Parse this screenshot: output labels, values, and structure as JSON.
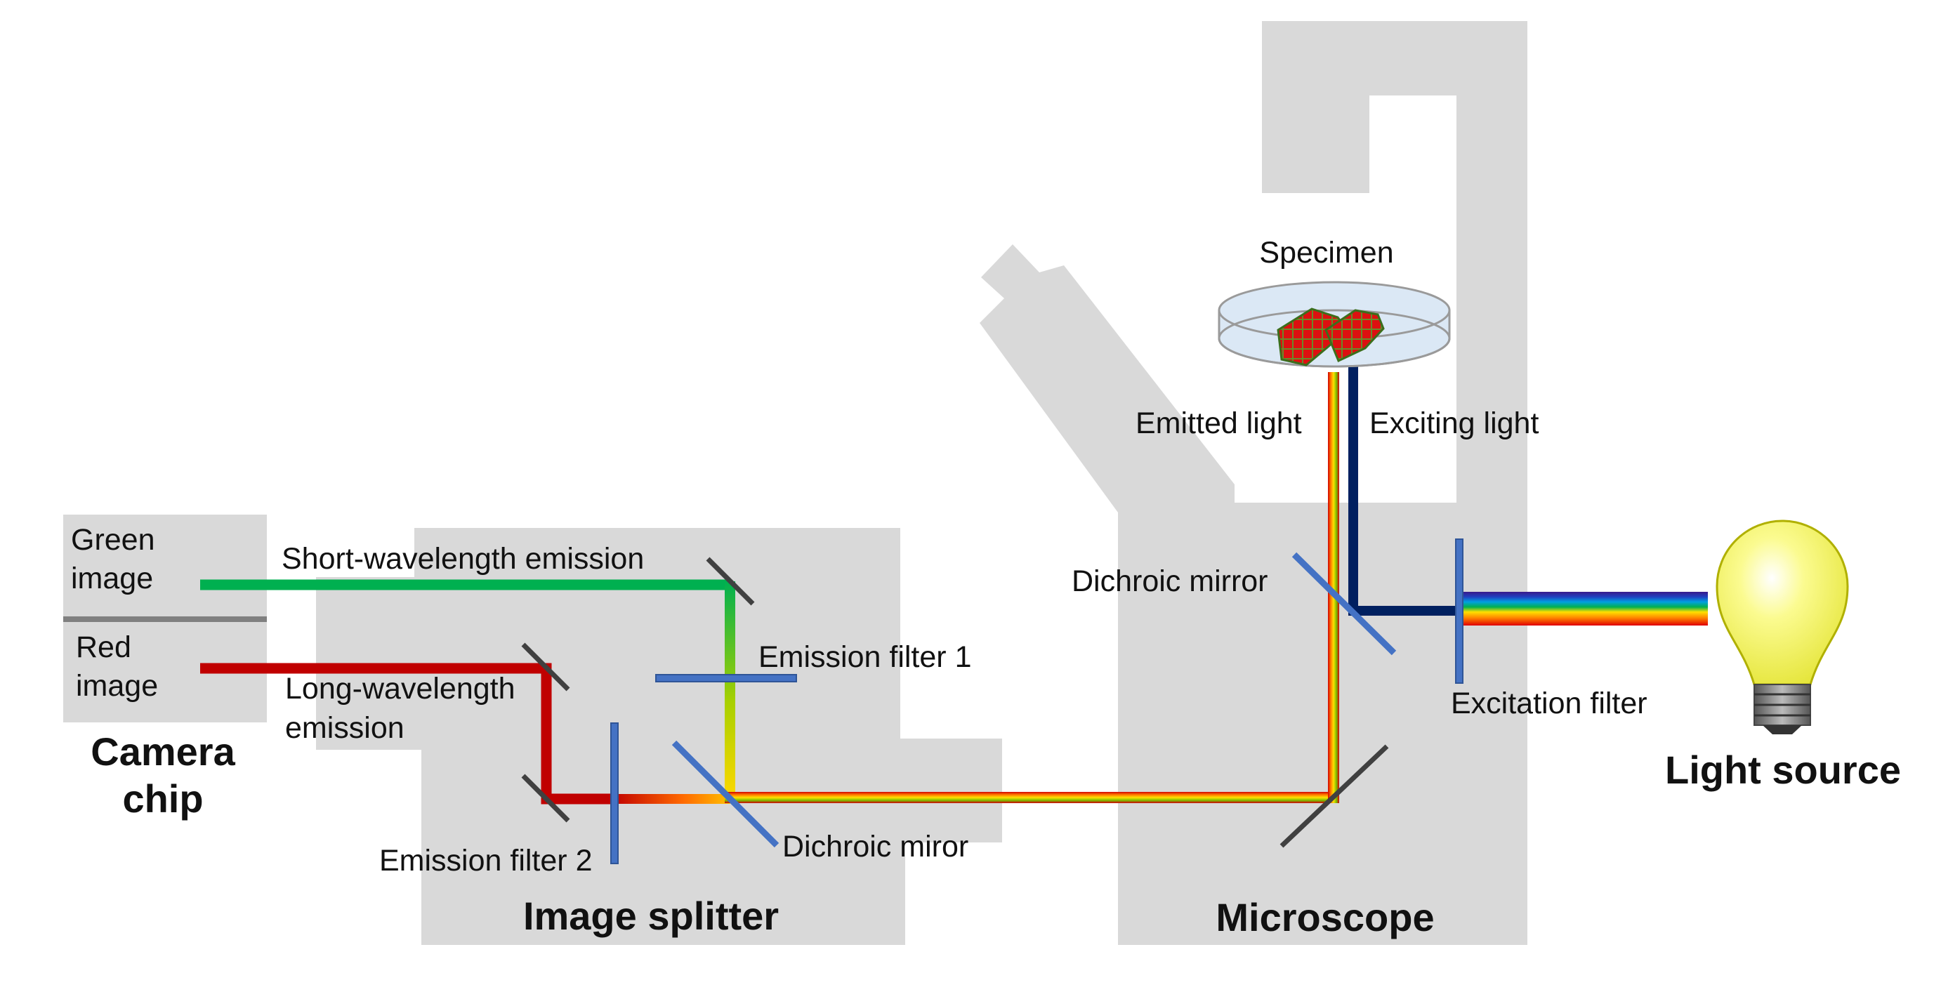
{
  "labels": {
    "specimen": "Specimen",
    "emitted_light": "Emitted light",
    "exciting_light": "Exciting light",
    "dichroic_mirror_microscope": "Dichroic mirror",
    "excitation_filter": "Excitation filter",
    "light_source": "Light source",
    "microscope": "Microscope",
    "image_splitter": "Image splitter",
    "short_wavelength_emission": "Short-wavelength emission",
    "long_wavelength_emission_line1": "Long-wavelength",
    "long_wavelength_emission_line2": "emission",
    "emission_filter_1": "Emission filter 1",
    "emission_filter_2": "Emission filter 2",
    "dichroic_miror_splitter": "Dichroic miror",
    "camera_chip_line1": "Camera",
    "camera_chip_line2": "chip",
    "green_image_line1": "Green",
    "green_image_line2": "image",
    "red_image_line1": "Red",
    "red_image_line2": "image"
  },
  "colors": {
    "housing": "#d9d9d9",
    "green_beam": "#00b050",
    "red_beam": "#c00000",
    "excitation_beam": "#002060",
    "filter": "#4472c4",
    "mirror": "#404040",
    "bulb": "#f0f060"
  }
}
